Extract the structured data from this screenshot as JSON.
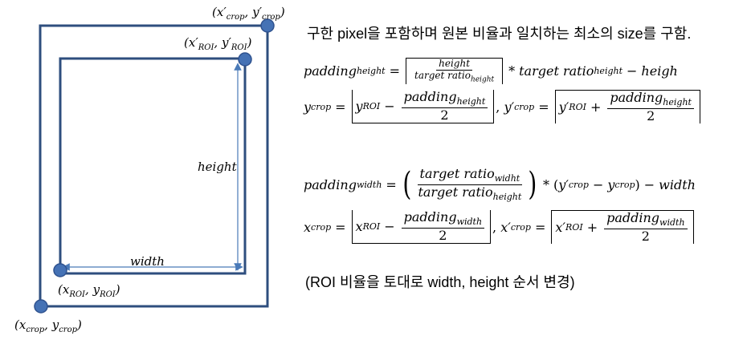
{
  "diagram": {
    "labels": {
      "crop_top_right": "(x′crop, y′crop)",
      "roi_top_right": "(x′ROI, y′ROI)",
      "height": "height",
      "width": "width",
      "roi_bottom_left": "(xROI, yROI)",
      "crop_bottom_left": "(xcrop, ycrop)"
    },
    "colors": {
      "box": "#2e4e7e",
      "dot": "#4572b5",
      "dot_border": "#2f528f",
      "arrow": "#4a7ab8"
    }
  },
  "text": {
    "heading": "구한 pixel을 포함하며 원본 비율과 일치하는 최소의 size를 구함.",
    "note": "(ROI 비율을 토대로 width, height 순서 변경)"
  },
  "math": {
    "padding": "padding",
    "height": "height",
    "width": "width",
    "target_ratio": "target ratio",
    "widht": "widht",
    "heigh": "heigh",
    "crop": "crop",
    "roi": "ROI",
    "x": "x",
    "y": "y",
    "xp": "x′",
    "yp": "y′",
    "two": "2",
    "eq": "=",
    "minus": "−",
    "plus": "+",
    "star": "*",
    "comma": ","
  }
}
